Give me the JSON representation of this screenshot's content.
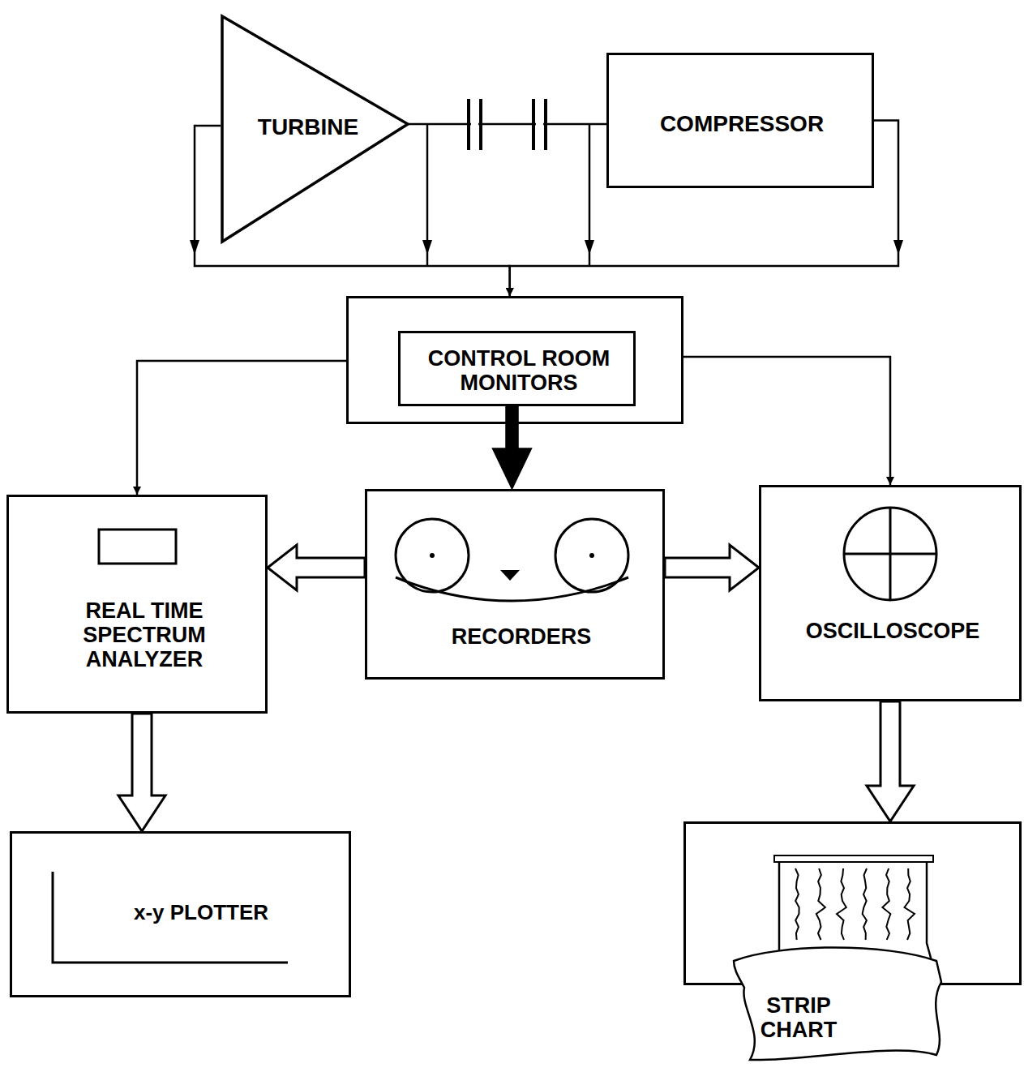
{
  "diagram": {
    "nodes": [
      {
        "text": [
          "TURBINE"
        ]
      },
      {
        "text": [
          "COMPRESSOR"
        ]
      },
      {
        "text": []
      },
      {
        "text": [
          "CONTROL ROOM MONITORS"
        ],
        "in": 2
      },
      {
        "text": [
          "REAL TIME SPECTRUM ANALYZER"
        ]
      },
      {
        "text": [
          "RECORDERS"
        ]
      },
      {
        "text": [
          "OSCILLOSCOPE"
        ]
      },
      {
        "text": [
          "x-y PLOTTER"
        ]
      },
      {
        "text": [
          "STRIP CHART"
        ]
      }
    ],
    "edges": [
      {
        "from": 0,
        "to": 1,
        "arrow": "none"
      },
      {
        "from": 0,
        "to": 2,
        "arrow": "to"
      },
      {
        "from": 1,
        "to": 2,
        "arrow": "to"
      },
      {
        "from": 2,
        "to": 4,
        "arrow": "to"
      },
      {
        "from": 2,
        "to": 6,
        "arrow": "to"
      },
      {
        "from": 3,
        "to": 5,
        "arrow": "to"
      },
      {
        "from": 5,
        "to": 4,
        "arrow": "to"
      },
      {
        "from": 5,
        "to": 6,
        "arrow": "to"
      },
      {
        "from": 4,
        "to": 7,
        "arrow": "to"
      },
      {
        "from": 6,
        "to": 8,
        "arrow": "to"
      }
    ]
  }
}
